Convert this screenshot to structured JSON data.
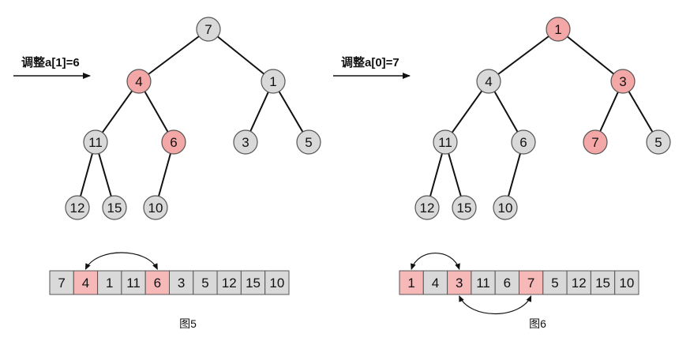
{
  "colors": {
    "node_normal": "#d9d9d9",
    "node_highlight": "#f4a7a7",
    "cell_normal": "#d9d9d9",
    "cell_highlight": "#f7b8b8",
    "stroke": "#555555",
    "edge": "#111111"
  },
  "panels": [
    {
      "step_label": "调整a[1]=6",
      "caption": "图5",
      "tree_nodes": [
        {
          "value": "7",
          "highlight": false
        },
        {
          "value": "4",
          "highlight": true
        },
        {
          "value": "1",
          "highlight": false
        },
        {
          "value": "11",
          "highlight": false
        },
        {
          "value": "6",
          "highlight": true
        },
        {
          "value": "3",
          "highlight": false
        },
        {
          "value": "5",
          "highlight": false
        },
        {
          "value": "12",
          "highlight": false
        },
        {
          "value": "15",
          "highlight": false
        },
        {
          "value": "10",
          "highlight": false
        }
      ],
      "array_cells": [
        {
          "value": "7",
          "highlight": false
        },
        {
          "value": "4",
          "highlight": true
        },
        {
          "value": "1",
          "highlight": false
        },
        {
          "value": "11",
          "highlight": false
        },
        {
          "value": "6",
          "highlight": true
        },
        {
          "value": "3",
          "highlight": false
        },
        {
          "value": "5",
          "highlight": false
        },
        {
          "value": "12",
          "highlight": false
        },
        {
          "value": "15",
          "highlight": false
        },
        {
          "value": "10",
          "highlight": false
        }
      ],
      "swaps": [
        {
          "from": 1,
          "to": 4,
          "side": "top"
        }
      ]
    },
    {
      "step_label": "调整a[0]=7",
      "caption": "图6",
      "tree_nodes": [
        {
          "value": "1",
          "highlight": true
        },
        {
          "value": "4",
          "highlight": false
        },
        {
          "value": "3",
          "highlight": true
        },
        {
          "value": "11",
          "highlight": false
        },
        {
          "value": "6",
          "highlight": false
        },
        {
          "value": "7",
          "highlight": true
        },
        {
          "value": "5",
          "highlight": false
        },
        {
          "value": "12",
          "highlight": false
        },
        {
          "value": "15",
          "highlight": false
        },
        {
          "value": "10",
          "highlight": false
        }
      ],
      "array_cells": [
        {
          "value": "1",
          "highlight": true
        },
        {
          "value": "4",
          "highlight": false
        },
        {
          "value": "3",
          "highlight": true
        },
        {
          "value": "11",
          "highlight": false
        },
        {
          "value": "6",
          "highlight": false
        },
        {
          "value": "7",
          "highlight": true
        },
        {
          "value": "5",
          "highlight": false
        },
        {
          "value": "12",
          "highlight": false
        },
        {
          "value": "15",
          "highlight": false
        },
        {
          "value": "10",
          "highlight": false
        }
      ],
      "swaps": [
        {
          "from": 0,
          "to": 2,
          "side": "top"
        },
        {
          "from": 2,
          "to": 5,
          "side": "bottom"
        }
      ]
    }
  ]
}
